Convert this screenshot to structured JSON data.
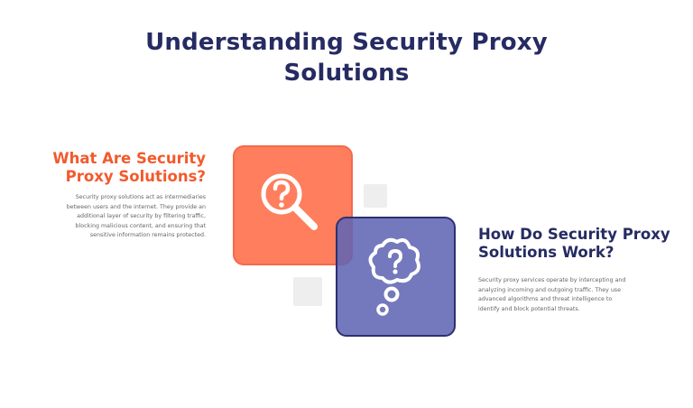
{
  "title": {
    "line1": "Understanding Security Proxy",
    "line2": "Solutions"
  },
  "left_section": {
    "heading_line1": "What Are Security",
    "heading_line2": "Proxy Solutions?",
    "body": [
      "Security proxy solutions act as intermediaries",
      "between users and the internet. They provide an",
      "additional layer of security by filtering traffic,",
      "blocking malicious content, and ensuring that",
      "sensitive information remains protected."
    ],
    "accent_color": "#f25a2c",
    "icon": "magnifier-question-icon"
  },
  "right_section": {
    "heading_line1": "How Do Security Proxy",
    "heading_line2": "Solutions Work?",
    "body": [
      "Security proxy services operate by intercepting and",
      "analyzing incoming and outgoing traffic. They use",
      "advanced algorithms and threat intelligence to",
      "identify and block potential threats."
    ],
    "accent_color": "#262b62",
    "icon": "thought-bubble-question-icon"
  },
  "colors": {
    "title": "#262b62",
    "orange_card": "#fe7e5d",
    "purple_card": "#6d70b8",
    "body_text": "#666666"
  }
}
